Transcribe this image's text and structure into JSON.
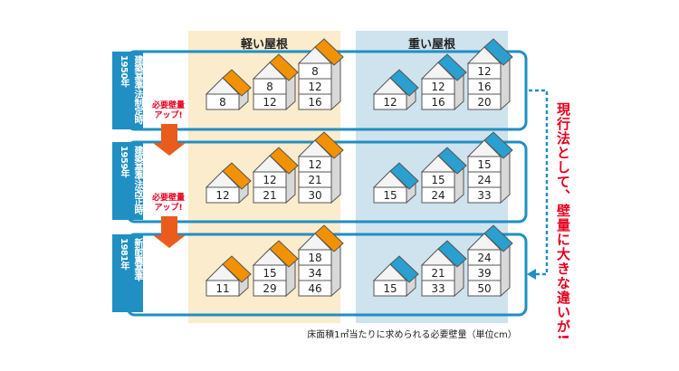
{
  "columns": {
    "light_roof": "軽い屋根",
    "heavy_roof": "重い屋根"
  },
  "eras": [
    {
      "line1": "建築基準法制定時",
      "line2": "1950年",
      "light_roof": {
        "one_story": [
          "8"
        ],
        "two_story": [
          "8",
          "12"
        ],
        "three_story": [
          "8",
          "12",
          "16"
        ]
      },
      "heavy_roof": {
        "one_story": [
          "12"
        ],
        "two_story": [
          "12",
          "16"
        ],
        "three_story": [
          "12",
          "16",
          "20"
        ]
      }
    },
    {
      "line1": "建築基準法改正時",
      "line2": "1959年",
      "light_roof": {
        "one_story": [
          "12"
        ],
        "two_story": [
          "12",
          "21"
        ],
        "three_story": [
          "12",
          "21",
          "30"
        ]
      },
      "heavy_roof": {
        "one_story": [
          "15"
        ],
        "two_story": [
          "15",
          "24"
        ],
        "three_story": [
          "15",
          "24",
          "33"
        ]
      }
    },
    {
      "line1": "新耐震基準",
      "line2": "1981年",
      "light_roof": {
        "one_story": [
          "11"
        ],
        "two_story": [
          "15",
          "29"
        ],
        "three_story": [
          "18",
          "34",
          "46"
        ]
      },
      "heavy_roof": {
        "one_story": [
          "15"
        ],
        "two_story": [
          "21",
          "33"
        ],
        "three_story": [
          "24",
          "39",
          "50"
        ]
      }
    }
  ],
  "notes": [
    {
      "line1": "必要壁量",
      "line2": "アップ!"
    },
    {
      "line1": "必要壁量",
      "line2": "アップ!"
    }
  ],
  "side_text": "現行法として、壁量に大きな違いが!",
  "caption": "床面積1㎡当たりに求められる必要壁量（単位cm）",
  "colors": {
    "light_roof": "#f39200",
    "heavy_roof": "#2a9fd0",
    "frame": "#1f8fc4",
    "accent": "#e5001f",
    "arrow": "#e95c1b",
    "light_bg": "#fbeccd",
    "heavy_bg": "#cfe3ee"
  }
}
